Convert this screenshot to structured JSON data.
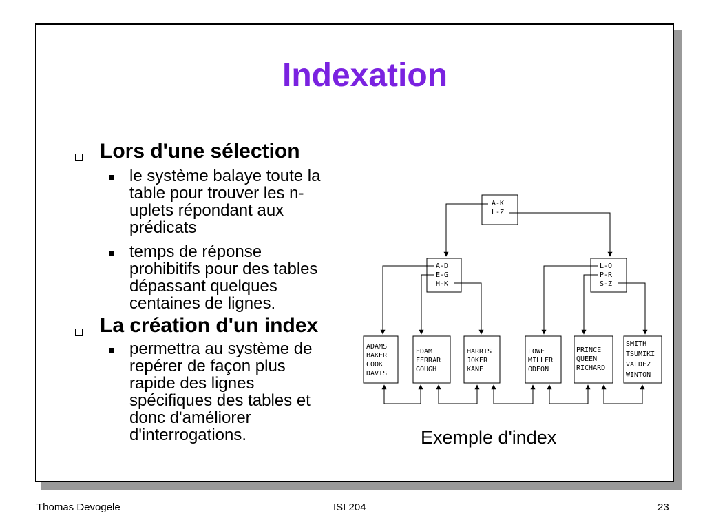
{
  "slide": {
    "title": "Indexation",
    "section1": {
      "heading": "Lors d'une sélection",
      "items": [
        [
          "le système balaye toute la",
          "table pour trouver les n-",
          "uplets répondant aux",
          "prédicats"
        ],
        [
          "temps de réponse",
          "prohibitifs pour des tables",
          "dépassant quelques",
          "centaines de lignes."
        ]
      ]
    },
    "section2": {
      "heading": "La création d'un index",
      "items": [
        [
          "permettra au système de",
          "repérer de façon plus",
          "rapide des lignes",
          "spécifiques des tables et",
          "donc d'améliorer",
          "d'interrogations."
        ]
      ]
    },
    "diagram": {
      "root": [
        "A-K",
        "L-Z"
      ],
      "left": [
        "A-D",
        "E-G",
        "H-K"
      ],
      "right": [
        "L-O",
        "P-R",
        "S-Z"
      ],
      "leaves": [
        [
          "ADAMS",
          "BAKER",
          "COOK",
          "DAVIS"
        ],
        [
          "EDAM",
          "FERRAR",
          "GOUGH"
        ],
        [
          "HARRIS",
          "JOKER",
          "KANE"
        ],
        [
          "LOWE",
          "MILLER",
          "ODEON"
        ],
        [
          "PRINCE",
          "QUEEN",
          "RICHARD"
        ],
        [
          "SMITH",
          "TSUMIKI",
          "VALDEZ",
          "WINTON"
        ]
      ],
      "caption": "Exemple d'index"
    }
  },
  "footer": {
    "author": "Thomas Devogele",
    "course": "ISI 204",
    "page": "23"
  },
  "colors": {
    "title": "#7a22e0",
    "shadow": "#9a9a9a"
  }
}
